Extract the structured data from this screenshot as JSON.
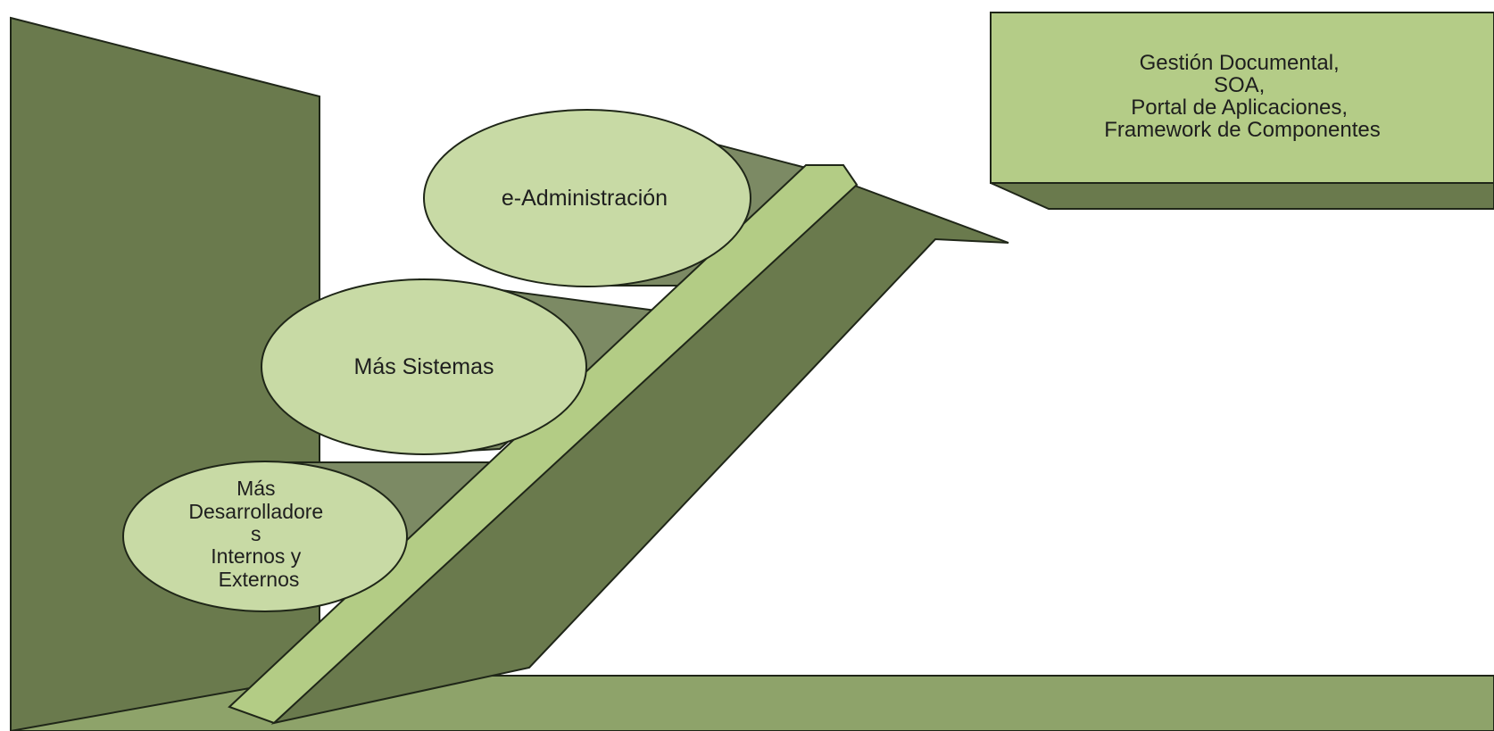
{
  "colors": {
    "dark_green": "#6a7a4d",
    "mid_green": "#7c8a64",
    "floor_green": "#8ea36a",
    "light_green": "#c8daa5",
    "arrow_face": "#b3cc85",
    "box_green": "#b4cc87",
    "outline": "#1f2618",
    "text": "#1e1e1e"
  },
  "steps": [
    {
      "lines": [
        "Más",
        "Desarrolladore",
        "s",
        "Internos y",
        "Externos"
      ]
    },
    {
      "lines": [
        "Más Sistemas"
      ]
    },
    {
      "lines": [
        "e-Administración"
      ]
    }
  ],
  "result_box": {
    "lines": [
      "Gestión Documental,",
      "SOA,",
      "Portal de Aplicaciones,",
      "Framework de Componentes"
    ]
  }
}
